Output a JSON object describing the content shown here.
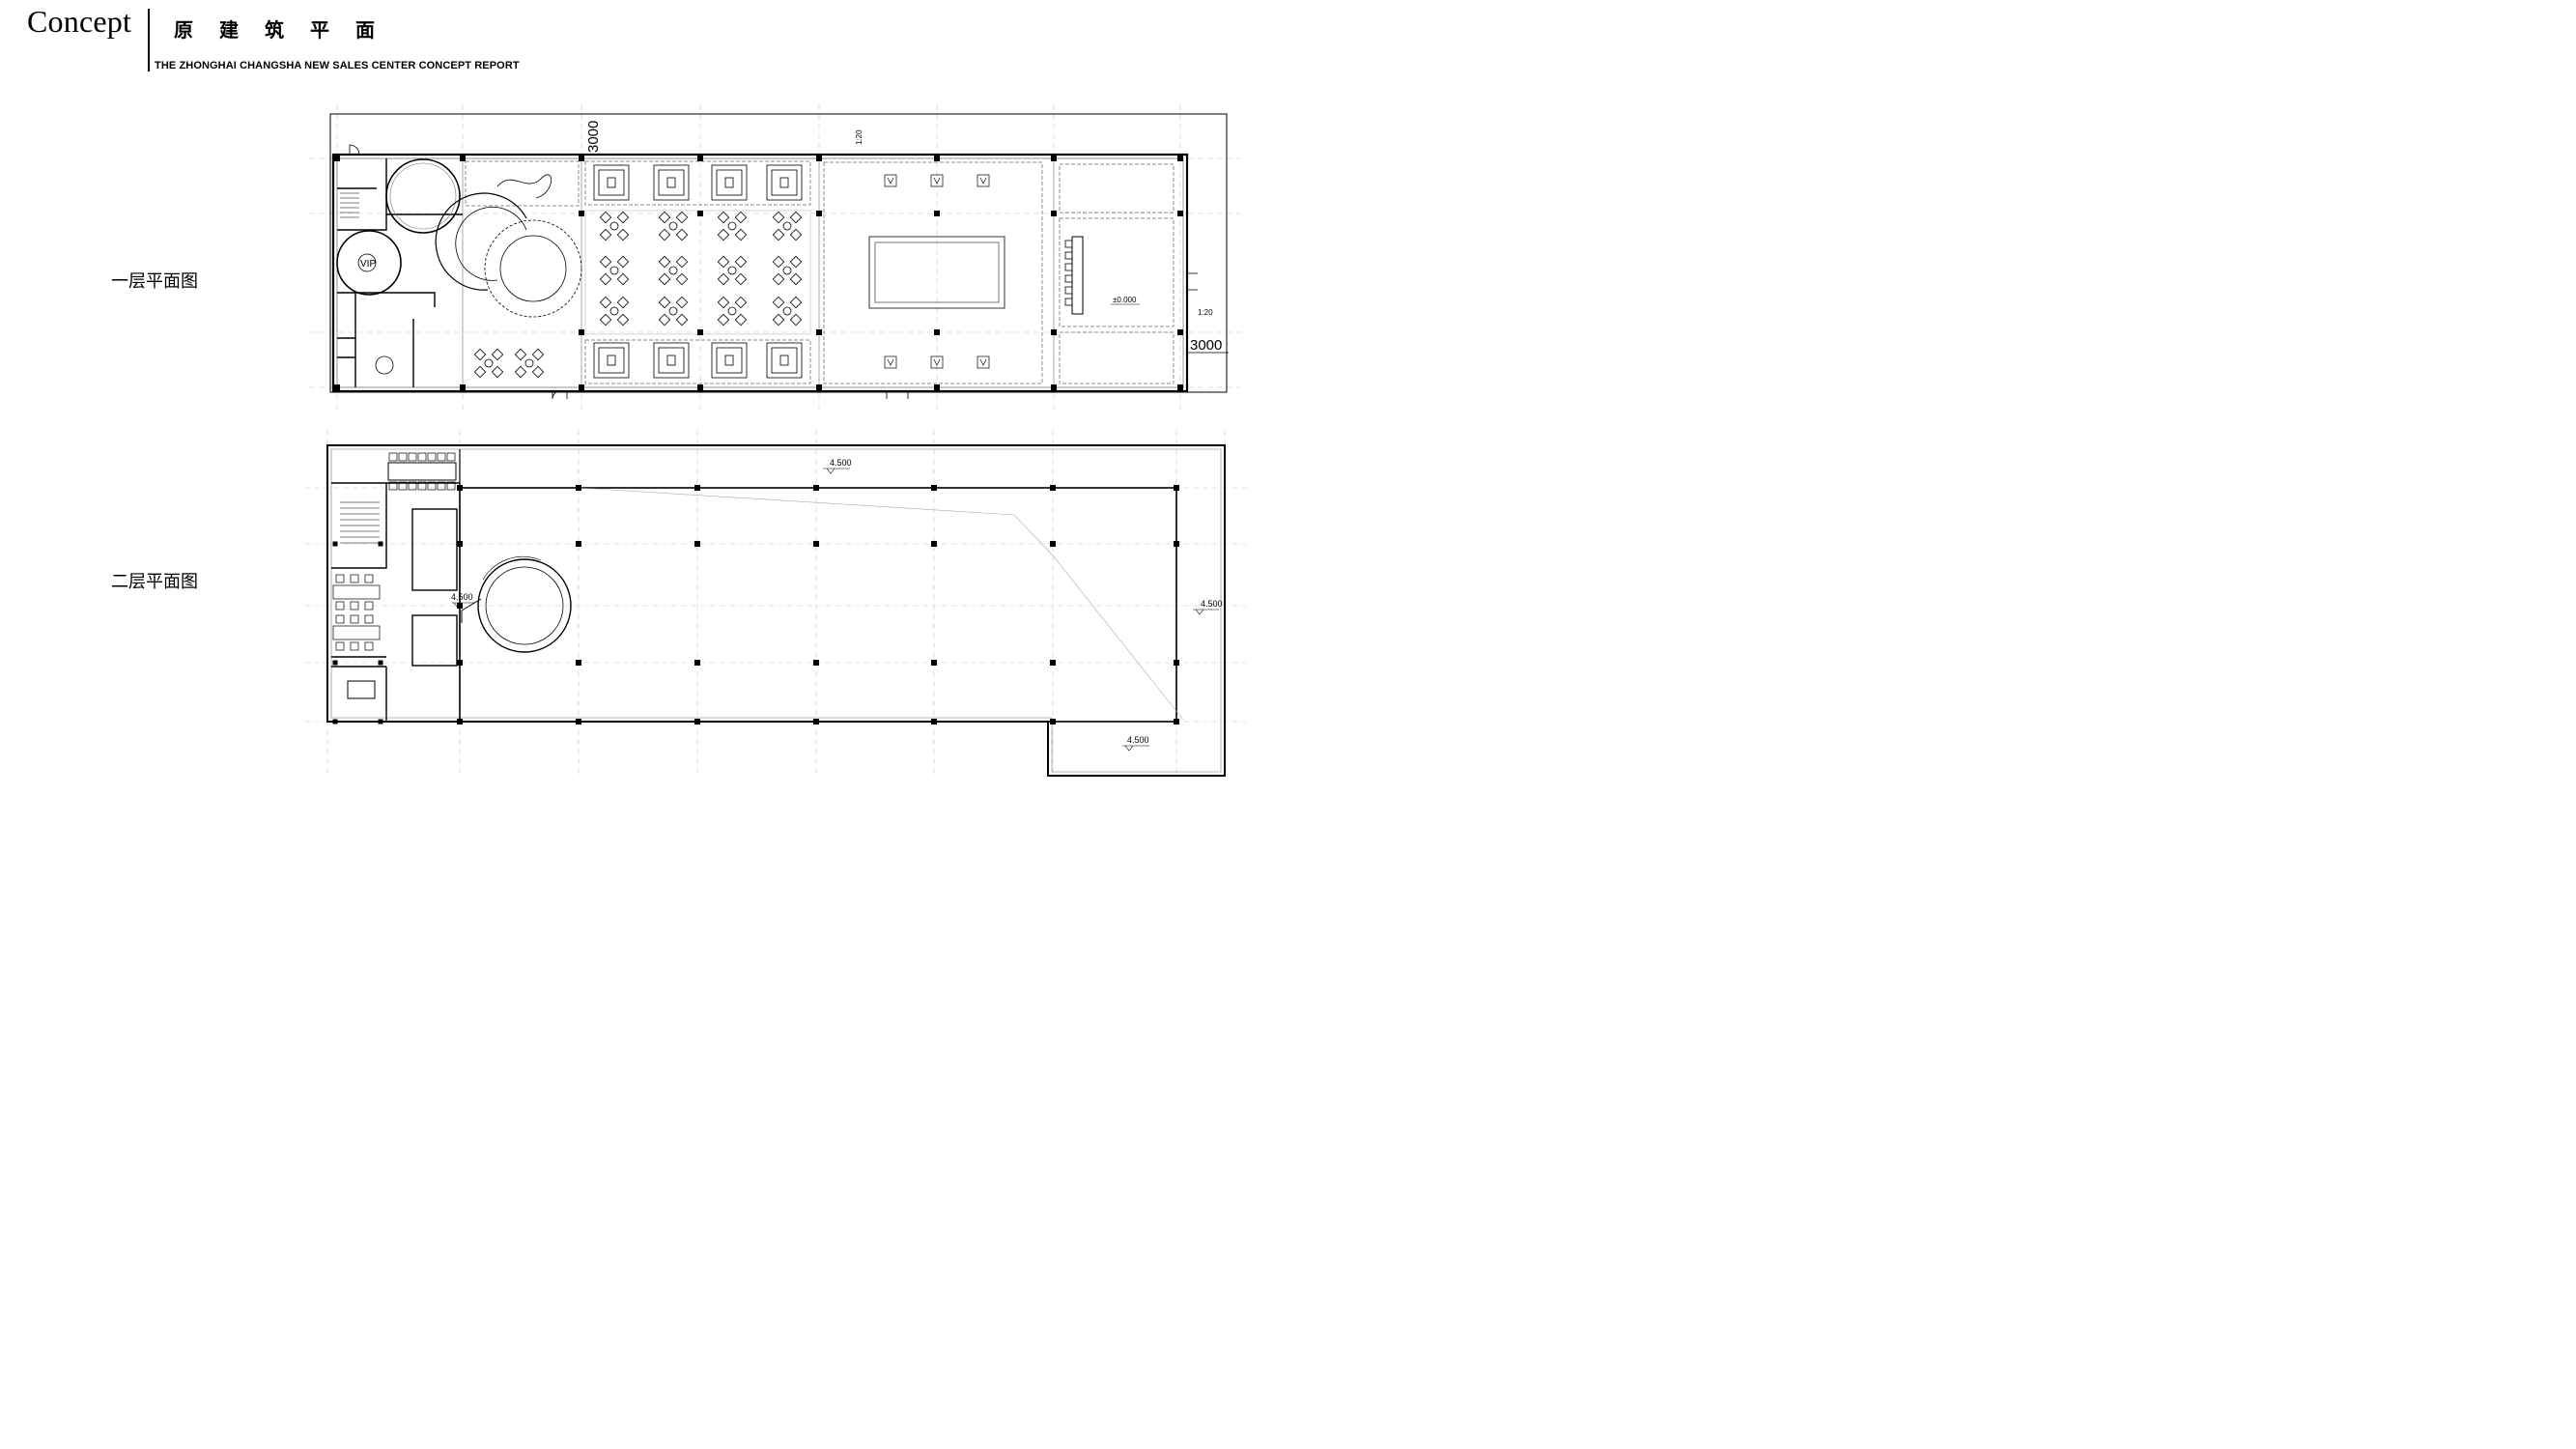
{
  "header": {
    "brand": "Concept",
    "title_zh": "原建筑平面",
    "subtitle": "THE ZHONGHAI CHANGSHA NEW SALES CENTER  CONCEPT REPORT"
  },
  "floor1": {
    "label": "一层平面图",
    "dim_top": "3000",
    "dim_right": "3000",
    "scale_top": "1:20",
    "scale_right": "1:20",
    "elevation": "±0.000",
    "vip_label": "VIP"
  },
  "floor2": {
    "label": "二层平面图",
    "elevation_top": "4.500",
    "elevation_stair": "4.500",
    "elevation_right": "4.500",
    "elevation_bottom": "4.500"
  },
  "colors": {
    "line": "#000000",
    "grid": "#bdbdbd",
    "dashed": "#8c8c8c"
  }
}
